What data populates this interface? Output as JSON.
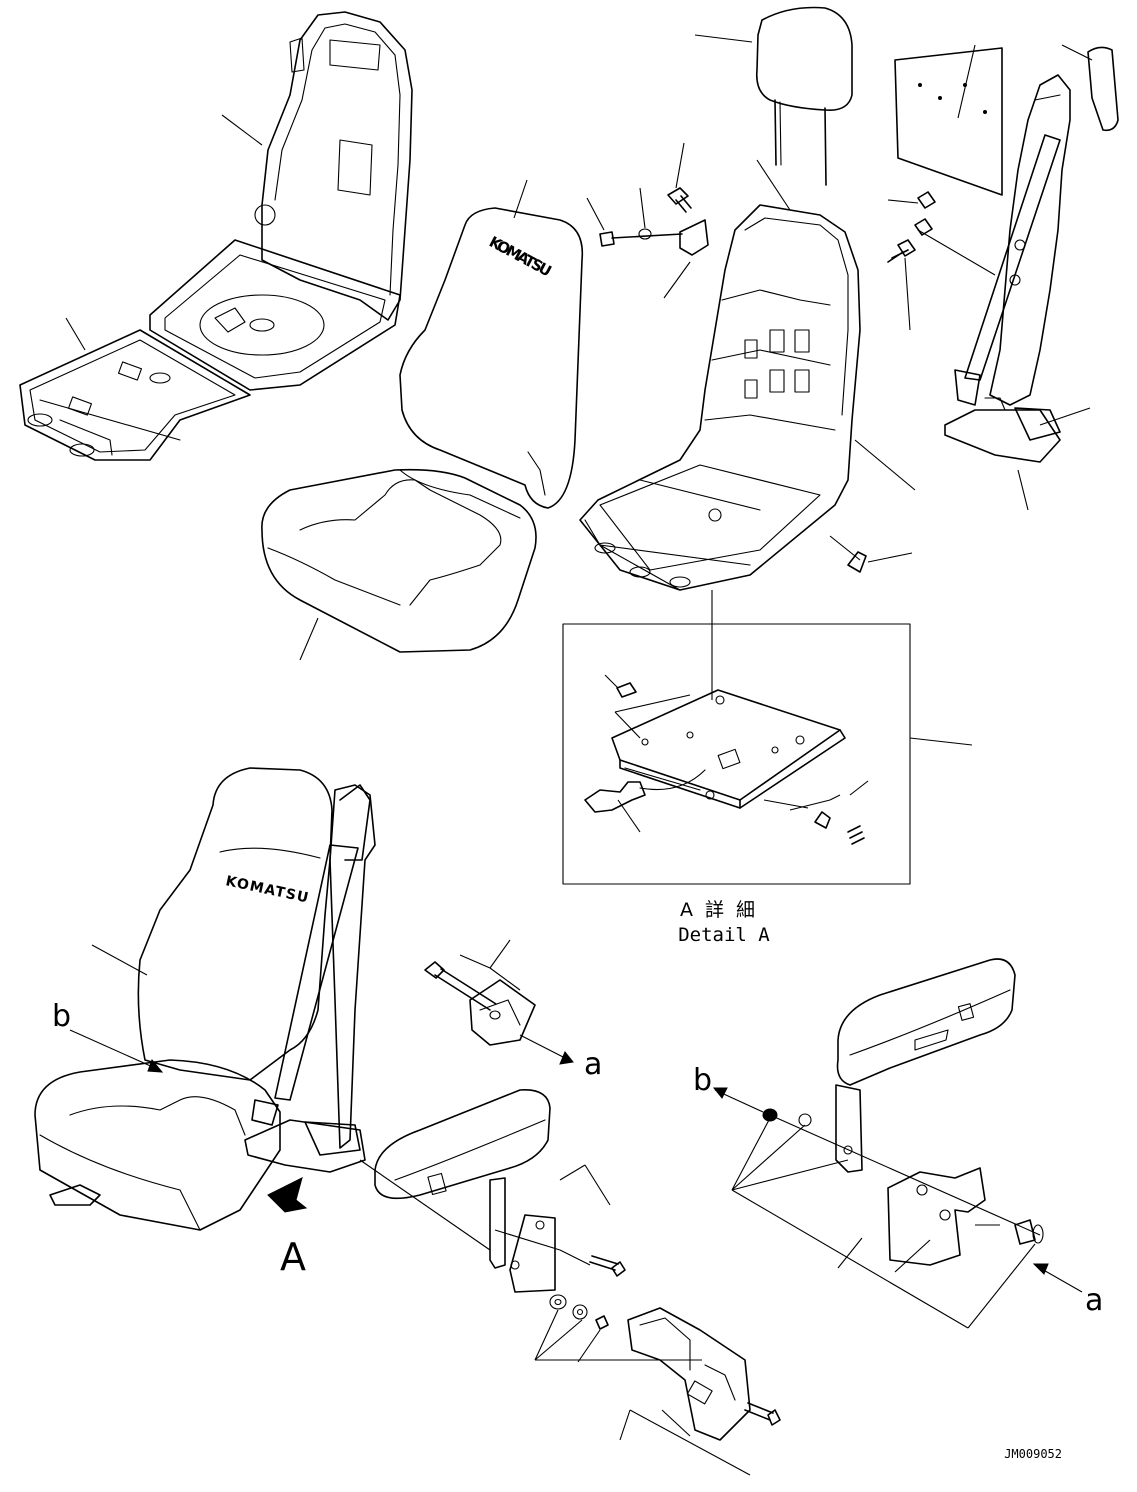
{
  "labels": {
    "letter_a": "a",
    "letter_b": "b",
    "view_arrow": "A",
    "detail_jp": "A 詳 細",
    "detail_en": "Detail A",
    "drawing_number": "JM009052",
    "brand_logo": "KOMATSU"
  }
}
